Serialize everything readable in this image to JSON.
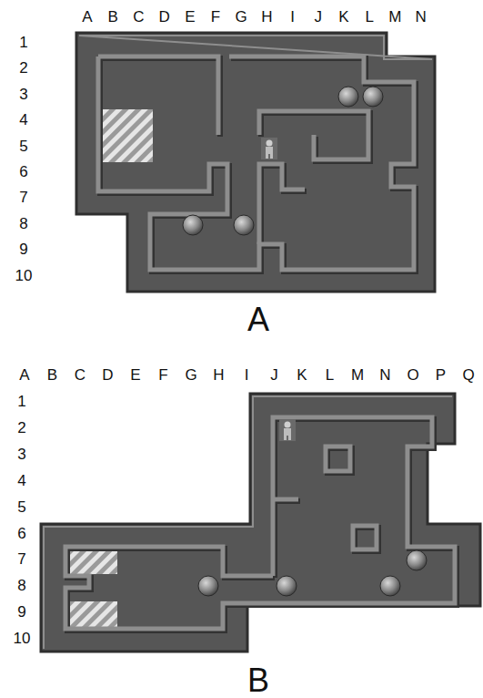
{
  "diagram": {
    "labels": [
      "A",
      "B",
      "C",
      "D",
      "E",
      "F",
      "G",
      "H",
      "I",
      "J",
      "K",
      "L",
      "M",
      "N",
      "1",
      "2",
      "3",
      "4",
      "5",
      "6",
      "7",
      "8",
      "9",
      "10",
      "A",
      "A",
      "B",
      "C",
      "D",
      "E",
      "F",
      "G",
      "H",
      "I",
      "J",
      "K",
      "L",
      "M",
      "N",
      "O",
      "P",
      "Q",
      "1",
      "2",
      "3",
      "4",
      "5",
      "6",
      "7",
      "8",
      "9",
      "10",
      "B"
    ]
  }
}
